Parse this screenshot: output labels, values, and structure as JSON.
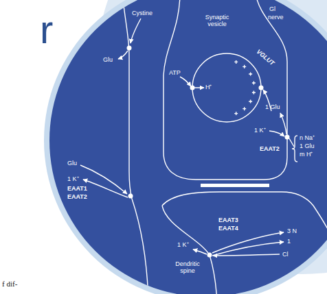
{
  "diagram": {
    "labels": [
      "r",
      "Cystine",
      "Glu",
      "Synaptic vesicle",
      "Gl",
      "nerve",
      "ATP",
      "H⁺",
      "VGLUT",
      "1 Glu",
      "1 K⁺",
      "n Na⁺",
      "1 Glu",
      "m H⁺",
      "EAAT2",
      "Glu",
      "1 K⁺",
      "EAAT1",
      "EAAT2",
      "EAAT3",
      "EAAT4",
      "1 K⁺",
      "3 N",
      "1",
      "Cl",
      "Dendritic spine",
      "f dif-"
    ]
  }
}
